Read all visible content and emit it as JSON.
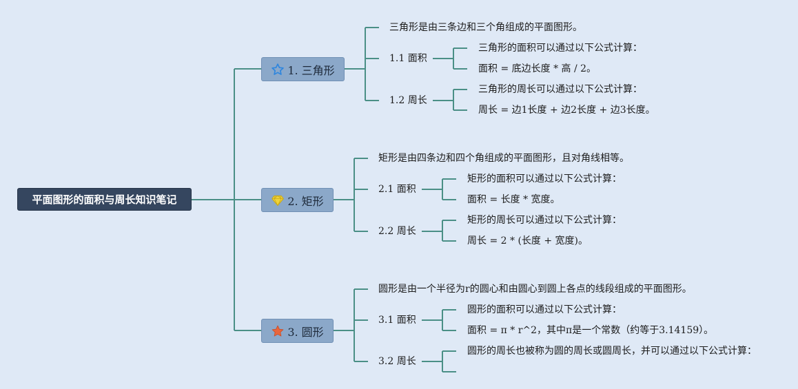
{
  "root": {
    "label": "平面图形的面积与周长知识笔记"
  },
  "topics": [
    {
      "label": "1. 三角形",
      "icon": "star-outline-icon",
      "definition": "三角形是由三条边和三个角组成的平面图形。",
      "area": {
        "label": "1.1 面积",
        "lines": [
          "三角形的面积可以通过以下公式计算：",
          "面积 = 底边长度 * 高 / 2。"
        ]
      },
      "perimeter": {
        "label": "1.2 周长",
        "lines": [
          "三角形的周长可以通过以下公式计算：",
          "周长 = 边1长度 + 边2长度 + 边3长度。"
        ]
      }
    },
    {
      "label": "2. 矩形",
      "icon": "diamond-icon",
      "definition": "矩形是由四条边和四个角组成的平面图形，且对角线相等。",
      "area": {
        "label": "2.1 面积",
        "lines": [
          "矩形的面积可以通过以下公式计算：",
          "面积 = 长度 * 宽度。"
        ]
      },
      "perimeter": {
        "label": "2.2 周长",
        "lines": [
          "矩形的周长可以通过以下公式计算：",
          "周长 = 2 * (长度 + 宽度)。"
        ]
      }
    },
    {
      "label": "3. 圆形",
      "icon": "star-filled-icon",
      "definition": "圆形是由一个半径为r的圆心和由圆心到圆上各点的线段组成的平面图形。",
      "area": {
        "label": "3.1 面积",
        "lines": [
          "圆形的面积可以通过以下公式计算：",
          "面积 = π * r^2，其中π是一个常数（约等于3.14159）。"
        ]
      },
      "perimeter": {
        "label": "3.2 周长",
        "lines": [
          "圆形的周长也被称为圆的周长或圆周长，并可以通过以下公式计算：",
          ""
        ]
      }
    }
  ],
  "colors": {
    "background": "#dfe9f6",
    "connector": "#4a8f86",
    "root_fill": "#35465f",
    "topic_fill": "#8ba8c9",
    "star_outline": "#2e86de",
    "diamond": "#f0d43a",
    "star_filled": "#e8663d"
  }
}
